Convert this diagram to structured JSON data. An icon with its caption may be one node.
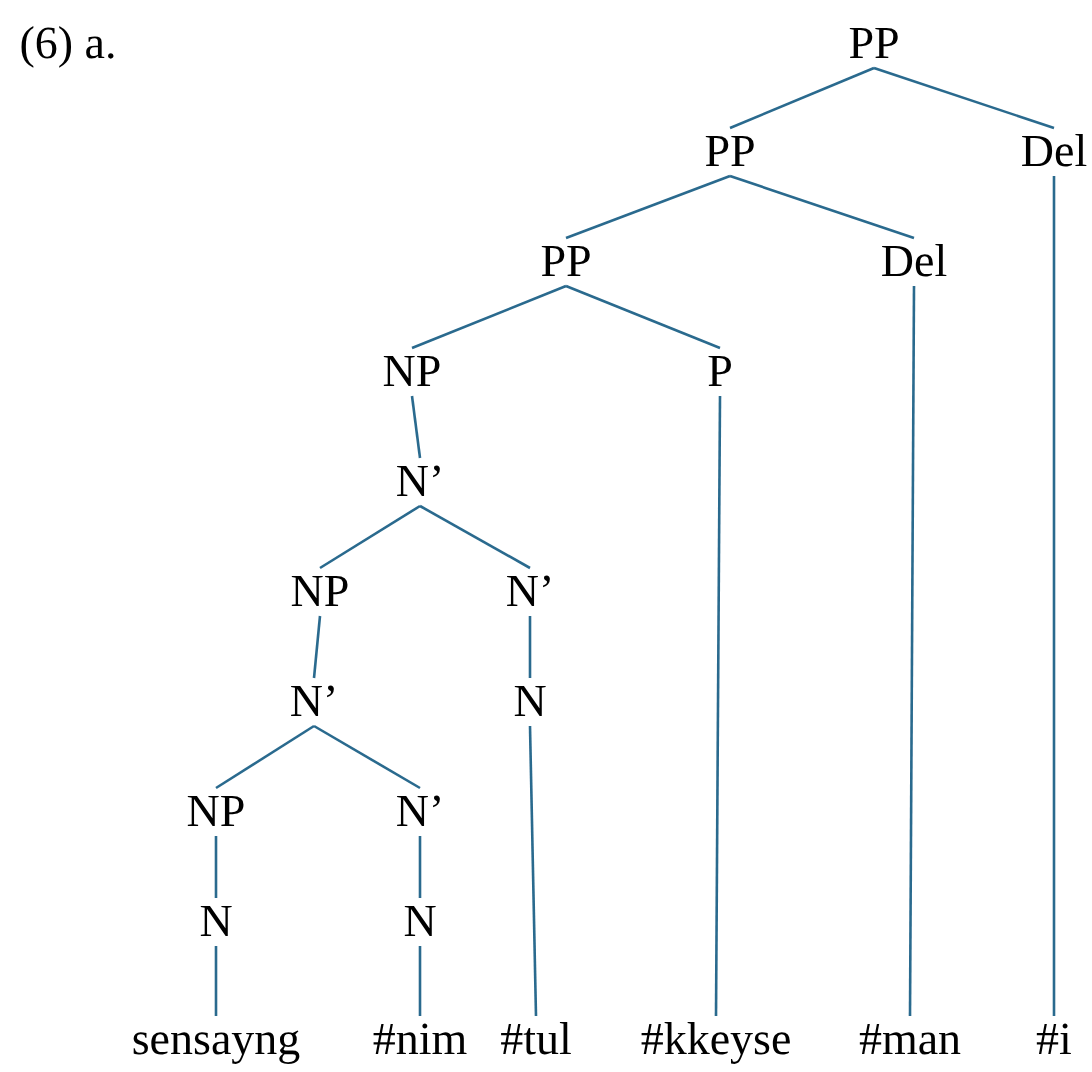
{
  "diagram": {
    "nodes": [
      {
        "text": [
          "PP"
        ]
      },
      {
        "text": [
          "PP"
        ]
      },
      {
        "text": [
          "Del"
        ]
      },
      {
        "text": [
          "PP"
        ]
      },
      {
        "text": [
          "Del"
        ]
      },
      {
        "text": [
          "NP"
        ]
      },
      {
        "text": [
          "P"
        ]
      },
      {
        "text": [
          "N’"
        ]
      },
      {
        "text": [
          "NP"
        ]
      },
      {
        "text": [
          "N’"
        ]
      },
      {
        "text": [
          "N’"
        ]
      },
      {
        "text": [
          "N"
        ]
      },
      {
        "text": [
          "NP"
        ]
      },
      {
        "text": [
          "N’"
        ]
      },
      {
        "text": [
          "N"
        ]
      },
      {
        "text": [
          "N"
        ]
      },
      {
        "text": [
          "sensayng"
        ]
      },
      {
        "text": [
          "#nim"
        ]
      },
      {
        "text": [
          "#tul"
        ]
      },
      {
        "text": [
          "#kkeyse"
        ]
      },
      {
        "text": [
          "#man"
        ]
      },
      {
        "text": [
          "#i"
        ]
      }
    ],
    "edges": [
      {
        "from": 0,
        "to": 1,
        "arrow": "none"
      },
      {
        "from": 0,
        "to": 2,
        "arrow": "none"
      },
      {
        "from": 1,
        "to": 3,
        "arrow": "none"
      },
      {
        "from": 1,
        "to": 4,
        "arrow": "none"
      },
      {
        "from": 3,
        "to": 5,
        "arrow": "none"
      },
      {
        "from": 3,
        "to": 6,
        "arrow": "none"
      },
      {
        "from": 5,
        "to": 7,
        "arrow": "none"
      },
      {
        "from": 7,
        "to": 8,
        "arrow": "none"
      },
      {
        "from": 7,
        "to": 9,
        "arrow": "none"
      },
      {
        "from": 8,
        "to": 10,
        "arrow": "none"
      },
      {
        "from": 9,
        "to": 11,
        "arrow": "none"
      },
      {
        "from": 10,
        "to": 12,
        "arrow": "none"
      },
      {
        "from": 10,
        "to": 13,
        "arrow": "none"
      },
      {
        "from": 12,
        "to": 14,
        "arrow": "none"
      },
      {
        "from": 13,
        "to": 15,
        "arrow": "none"
      },
      {
        "from": 14,
        "to": 16,
        "arrow": "none"
      },
      {
        "from": 15,
        "to": 17,
        "arrow": "none"
      },
      {
        "from": 11,
        "to": 18,
        "arrow": "none"
      },
      {
        "from": 6,
        "to": 19,
        "arrow": "none"
      },
      {
        "from": 4,
        "to": 20,
        "arrow": "none"
      },
      {
        "from": 2,
        "to": 21,
        "arrow": "none"
      }
    ],
    "labels": [
      "(6) a."
    ]
  }
}
